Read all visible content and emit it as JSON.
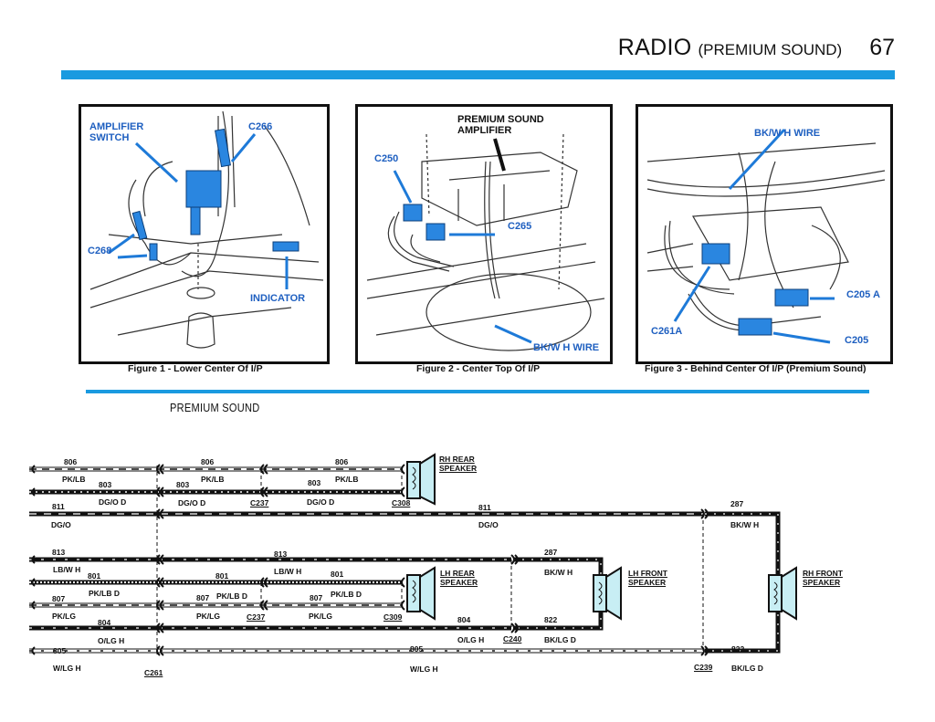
{
  "header": {
    "title": "RADIO",
    "subtitle": "(PREMIUM SOUND)",
    "page_number": "67"
  },
  "colors": {
    "accent_bar": "#1a9ae0",
    "callout_blue": "#1e5fc0",
    "component_blue": "#2a86e0",
    "speaker_fill": "#c8eef4"
  },
  "figures": [
    {
      "caption": "Figure 1 - Lower Center Of I/P",
      "callouts": [
        "AMPLIFIER",
        "SWITCH",
        "C266",
        "C268",
        "INDICATOR"
      ]
    },
    {
      "caption": "Figure 2 - Center Top Of I/P",
      "callouts": [
        "PREMIUM SOUND",
        "AMPLIFIER",
        "C250",
        "C265",
        "BK/W H WIRE"
      ]
    },
    {
      "caption": "Figure 3 - Behind Center Of I/P (Premium Sound)",
      "callouts": [
        "BK/W H WIRE",
        "C261A",
        "C205 A",
        "C205"
      ]
    }
  ],
  "section_title": "PREMIUM SOUND",
  "wiring": {
    "circuits": {
      "c806": "806",
      "c803": "803",
      "c811": "811",
      "c287": "287",
      "c813": "813",
      "c801": "801",
      "c807": "807",
      "c804": "804",
      "c805": "805",
      "c822": "822"
    },
    "colors": {
      "pk_lb": "PK/LB",
      "dg_o_d": "DG/O D",
      "dg_o": "DG/O",
      "bk_w_h": "BK/W H",
      "lb_w_h": "LB/W H",
      "pk_lb_d": "PK/LB D",
      "pk_lg": "PK/LG",
      "o_lg_h": "O/LG H",
      "w_lg_h": "W/LG H",
      "bk_lg_d": "BK/LG D"
    },
    "connectors": {
      "c237": "C237",
      "c308": "C308",
      "c309": "C309",
      "c240": "C240",
      "c239": "C239",
      "c261": "C261"
    },
    "speakers": {
      "rh_rear": [
        "RH REAR",
        "SPEAKER"
      ],
      "lh_rear": [
        "LH REAR",
        "SPEAKER"
      ],
      "lh_front": [
        "LH FRONT",
        "SPEAKER"
      ],
      "rh_front": [
        "RH FRONT",
        "SPEAKER"
      ]
    }
  }
}
